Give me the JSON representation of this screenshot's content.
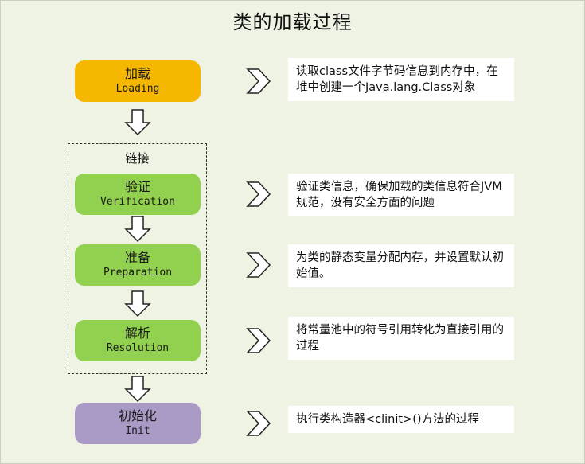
{
  "title": "类的加载过程",
  "link_group_label": "链接",
  "stages": [
    {
      "cn": "加载",
      "en": "Loading",
      "color": "#f5b700",
      "description": "读取class文件字节码信息到内存中，在堆中创建一个Java.lang.Class对象"
    },
    {
      "cn": "验证",
      "en": "Verification",
      "color": "#92d050",
      "description": "验证类信息，确保加载的类信息符合JVM规范，没有安全方面的问题"
    },
    {
      "cn": "准备",
      "en": "Preparation",
      "color": "#92d050",
      "description": "为类的静态变量分配内存，并设置默认初始值。"
    },
    {
      "cn": "解析",
      "en": "Resolution",
      "color": "#92d050",
      "description": "将常量池中的符号引用转化为直接引用的过程"
    },
    {
      "cn": "初始化",
      "en": "Init",
      "color": "#a99bc6",
      "description": "执行类构造器<clinit>()方法的过程"
    }
  ]
}
